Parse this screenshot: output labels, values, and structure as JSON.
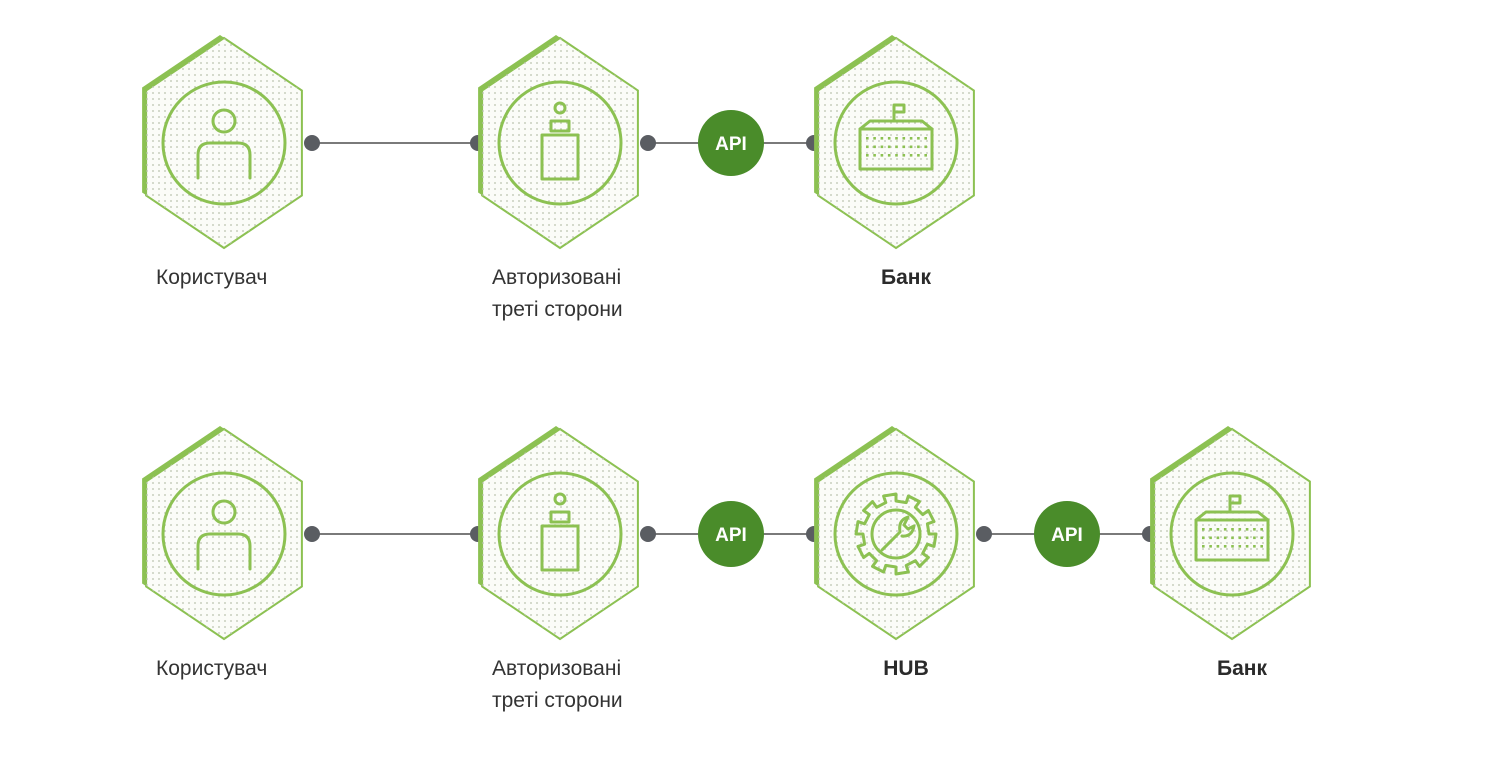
{
  "colors": {
    "hex_outline": "#8cc152",
    "hex_fill": "#fbfcf8",
    "dot_pattern": "#b9c2ad",
    "icon": "#8cc152",
    "connector_line": "#7a7a7a",
    "connector_dot": "#5a5d62",
    "api_badge": "#4a8c2a",
    "text": "#333333"
  },
  "flows": [
    {
      "nodes": [
        {
          "label_lines": [
            "Користувач"
          ],
          "bold": false,
          "icon": "user-icon"
        },
        {
          "label_lines": [
            "Авторизовані",
            "треті сторони"
          ],
          "bold": false,
          "icon": "third-party-icon"
        },
        {
          "label_lines": [
            "Банк"
          ],
          "bold": true,
          "icon": "bank-icon"
        }
      ],
      "links": [
        {
          "api_label": ""
        },
        {
          "api_label": "API"
        }
      ]
    },
    {
      "nodes": [
        {
          "label_lines": [
            "Користувач"
          ],
          "bold": false,
          "icon": "user-icon"
        },
        {
          "label_lines": [
            "Авторизовані",
            "треті сторони"
          ],
          "bold": false,
          "icon": "third-party-icon"
        },
        {
          "label_lines": [
            "HUB"
          ],
          "bold": true,
          "icon": "gear-wrench-icon"
        },
        {
          "label_lines": [
            "Банк"
          ],
          "bold": true,
          "icon": "bank-icon"
        }
      ],
      "links": [
        {
          "api_label": ""
        },
        {
          "api_label": "API"
        },
        {
          "api_label": "API"
        }
      ]
    }
  ]
}
